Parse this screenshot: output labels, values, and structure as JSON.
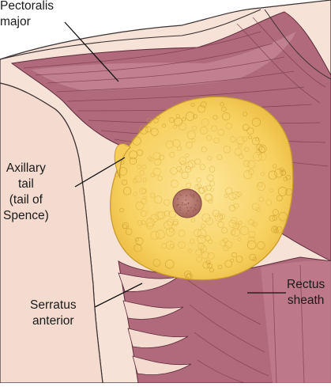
{
  "labels": {
    "pectoralis_major": {
      "line1": "Pectoralis",
      "line2": "major"
    },
    "axillary_tail": {
      "line1": "Axillary",
      "line2": "tail",
      "line3": "(tail of",
      "line4": "Spence)"
    },
    "serratus_anterior": {
      "line1": "Serratus",
      "line2": "anterior"
    },
    "rectus_sheath": {
      "line1": "Rectus",
      "line2": "sheath"
    }
  },
  "colors": {
    "skin": "#f6e2d6",
    "skin_outline": "#3a3030",
    "muscle": "#b06a7c",
    "muscle_light": "#c98a98",
    "muscle_fiber": "#7f3f52",
    "fat": "#f6cd58",
    "fat_light": "#fbe08a",
    "fat_edge": "#c99a2a",
    "areola": "#b87a70",
    "areola_dark": "#8d5148",
    "leader_line": "#111111"
  }
}
